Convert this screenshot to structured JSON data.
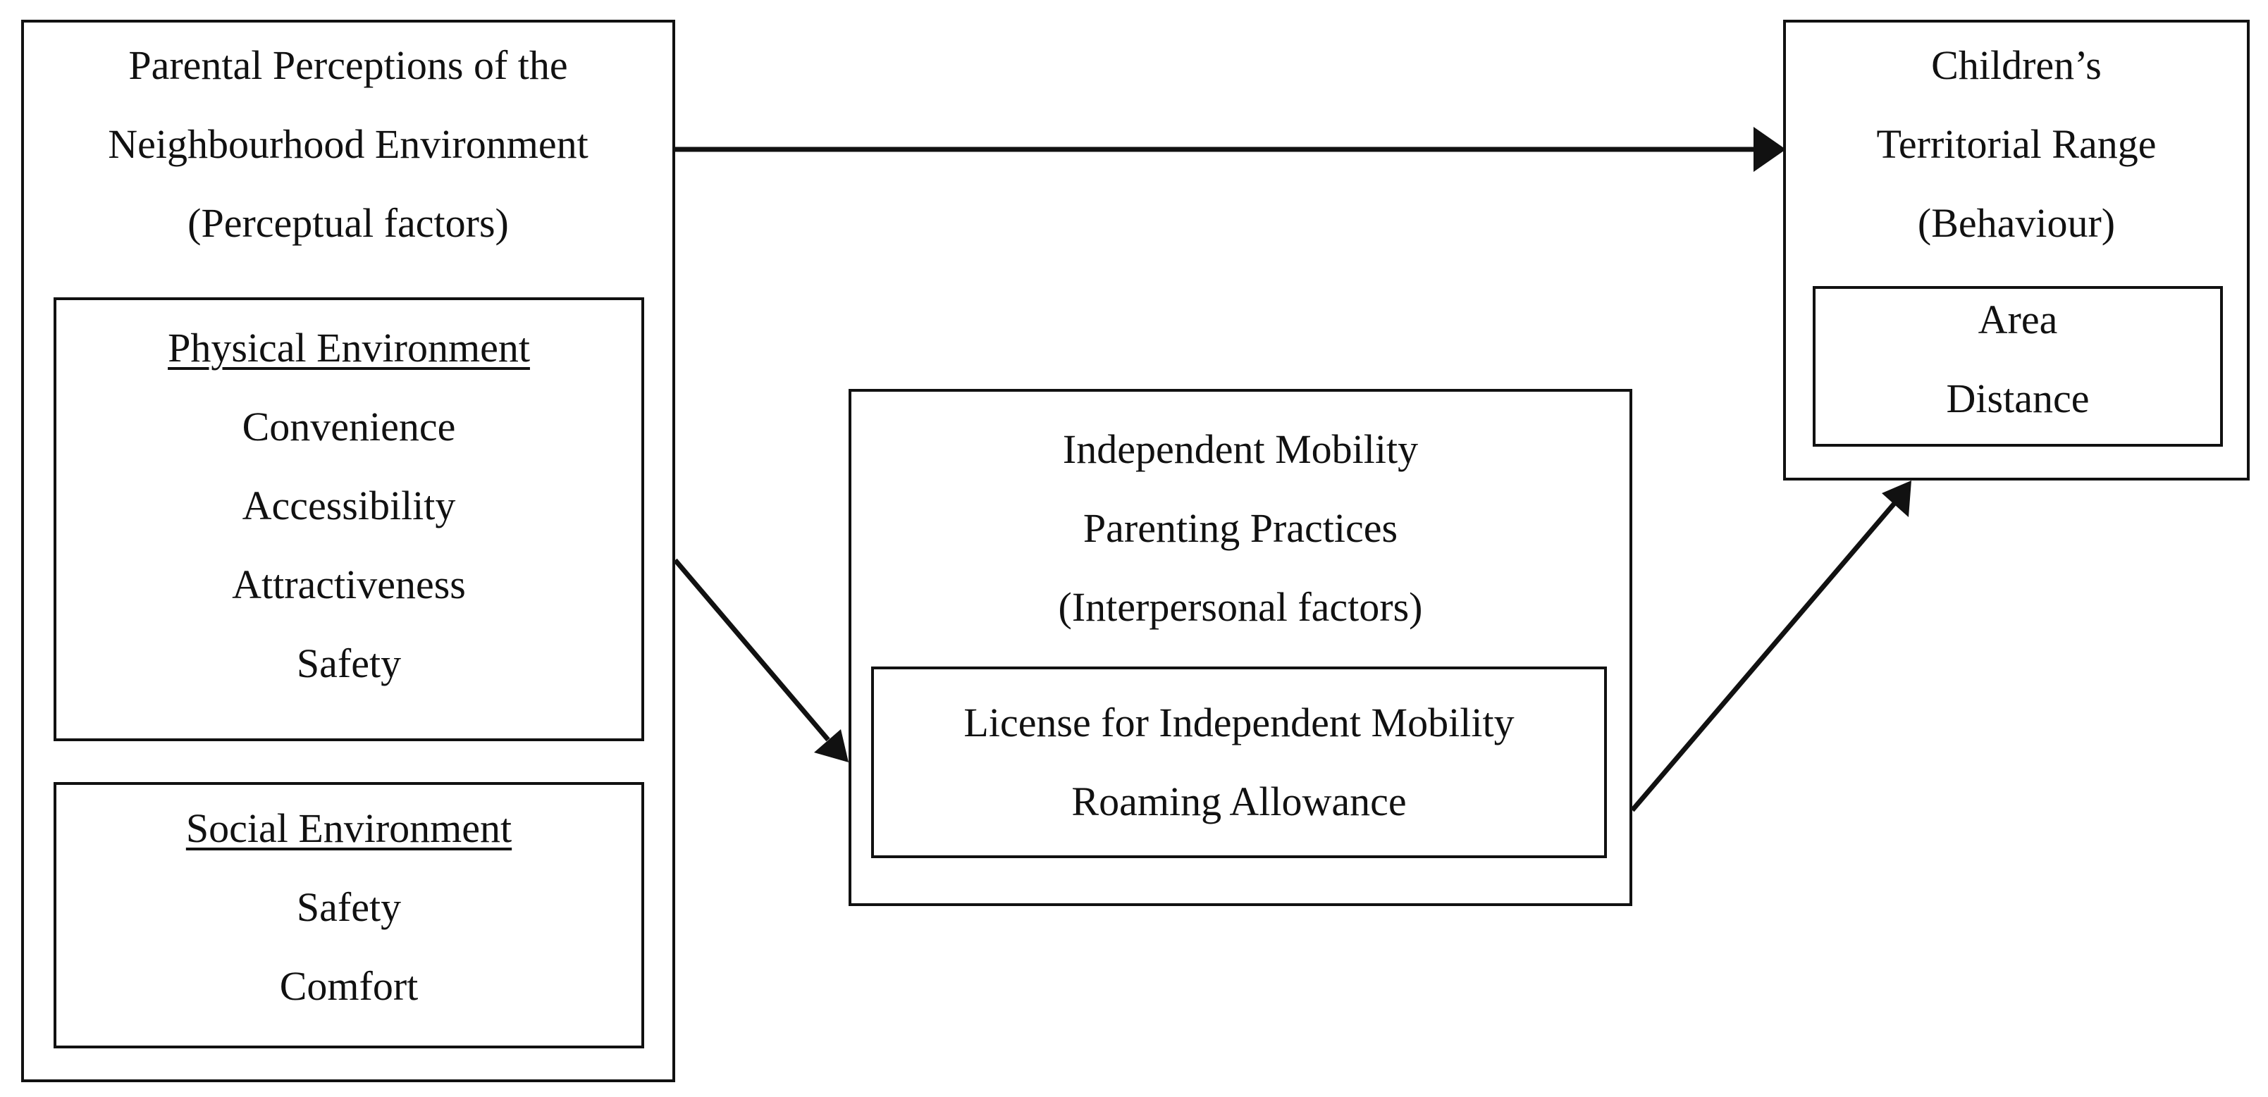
{
  "diagram": {
    "perceptions": {
      "title_lines": [
        "Parental Perceptions of the",
        "Neighbourhood Environment",
        "(Perceptual factors)"
      ],
      "physical": {
        "heading": "Physical Environment",
        "items": [
          "Convenience",
          "Accessibility",
          "Attractiveness",
          "Safety"
        ]
      },
      "social": {
        "heading": "Social Environment",
        "items": [
          "Safety",
          "Comfort"
        ]
      }
    },
    "parenting": {
      "title_lines": [
        "Independent Mobility",
        "Parenting Practices",
        "(Interpersonal factors)"
      ],
      "inner_items": [
        "License for Independent Mobility",
        "Roaming Allowance"
      ]
    },
    "territorial": {
      "title_lines": [
        "Children’s",
        "Territorial Range",
        "(Behaviour)"
      ],
      "inner_items": [
        "Area",
        "Distance"
      ]
    },
    "colors": {
      "line": "#111111",
      "background": "#ffffff"
    }
  }
}
